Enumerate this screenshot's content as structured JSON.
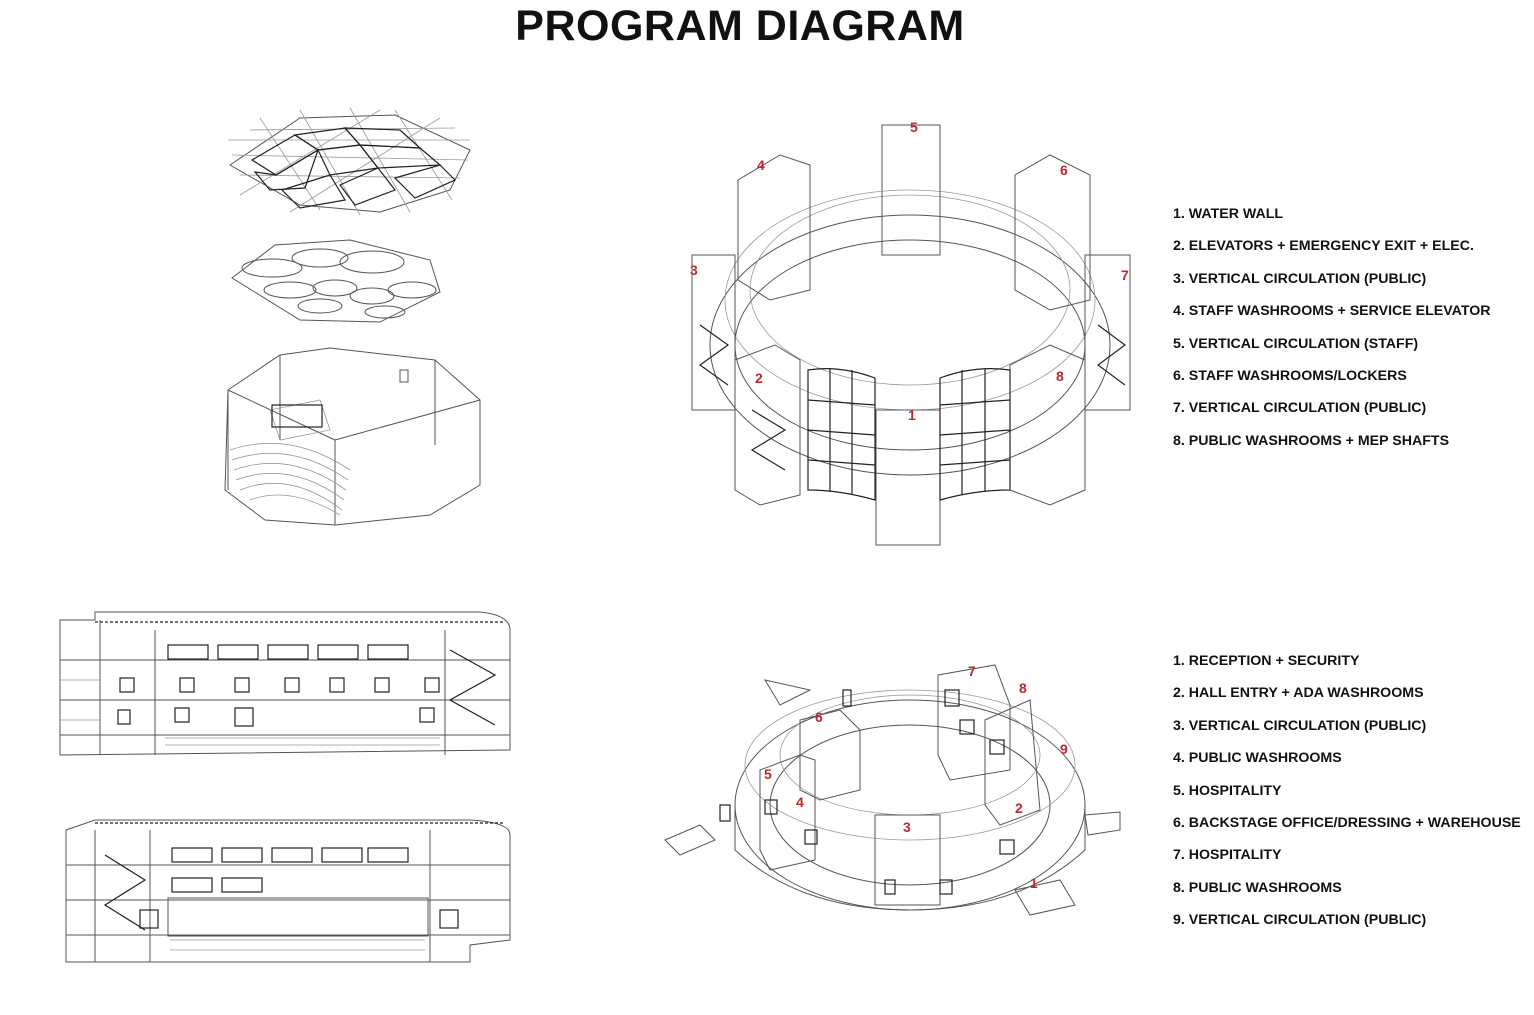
{
  "title": "PROGRAM DIAGRAM",
  "legend_upper": [
    "1. WATER WALL",
    "2. ELEVATORS + EMERGENCY EXIT + ELEC.",
    "3. VERTICAL CIRCULATION (PUBLIC)",
    "4. STAFF WASHROOMS + SERVICE ELEVATOR",
    "5. VERTICAL CIRCULATION (STAFF)",
    "6. STAFF WASHROOMS/LOCKERS",
    "7. VERTICAL CIRCULATION (PUBLIC)",
    "8. PUBLIC WASHROOMS + MEP SHAFTS"
  ],
  "legend_lower": [
    "1. RECEPTION + SECURITY",
    "2. HALL ENTRY + ADA WASHROOMS",
    "3. VERTICAL CIRCULATION (PUBLIC)",
    "4. PUBLIC WASHROOMS",
    "5. HOSPITALITY",
    "6. BACKSTAGE OFFICE/DRESSING + WAREHOUSE",
    "7. HOSPITALITY",
    "8. PUBLIC WASHROOMS",
    "9. VERTICAL CIRCULATION (PUBLIC)"
  ],
  "upper_markers": [
    "1",
    "2",
    "3",
    "4",
    "5",
    "6",
    "7",
    "8"
  ],
  "lower_markers": [
    "1",
    "2",
    "3",
    "4",
    "5",
    "6",
    "7",
    "8",
    "9"
  ]
}
